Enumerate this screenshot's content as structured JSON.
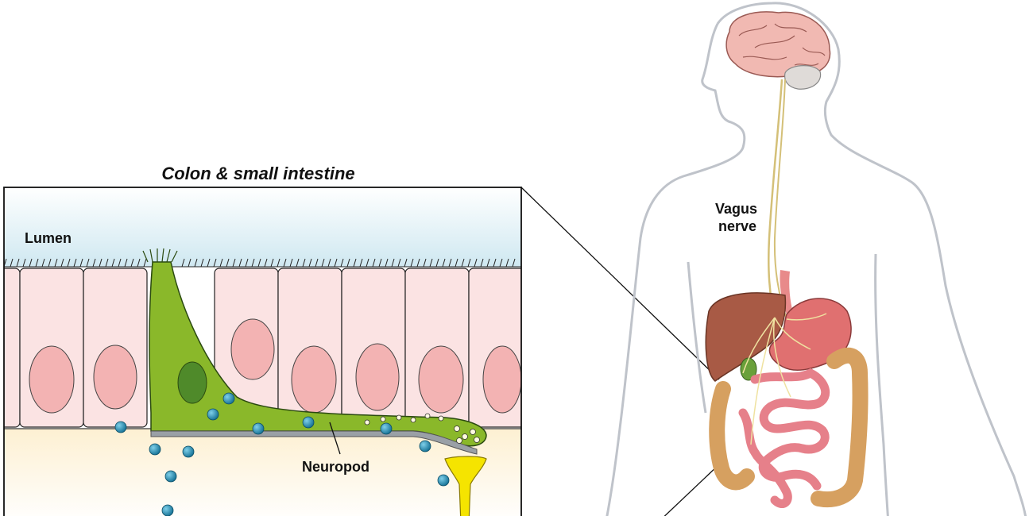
{
  "panel": {
    "title": "Colon & small intestine",
    "lumen_label": "Lumen",
    "neuropod_label": "Neuropod"
  },
  "body": {
    "nerve_label_line1": "Vagus",
    "nerve_label_line2": "nerve"
  },
  "colors": {
    "lumen": "#dff0f6",
    "epithelial_cell": "#fbe3e3",
    "nucleus": "#f3b3b3",
    "neuropod_cell": "#8ab82a",
    "neuropod_nucleus": "#4f8a2a",
    "granule": "#1f8fb5",
    "nerve_fiber": "#f5e400",
    "tissue": "#fdf3dc",
    "body_outline": "#bfc3ca",
    "liver": "#a85a45",
    "stomach": "#e07070",
    "small_intestine": "#e6808a",
    "colon": "#d6a060",
    "brain": "#f1b9b2"
  }
}
